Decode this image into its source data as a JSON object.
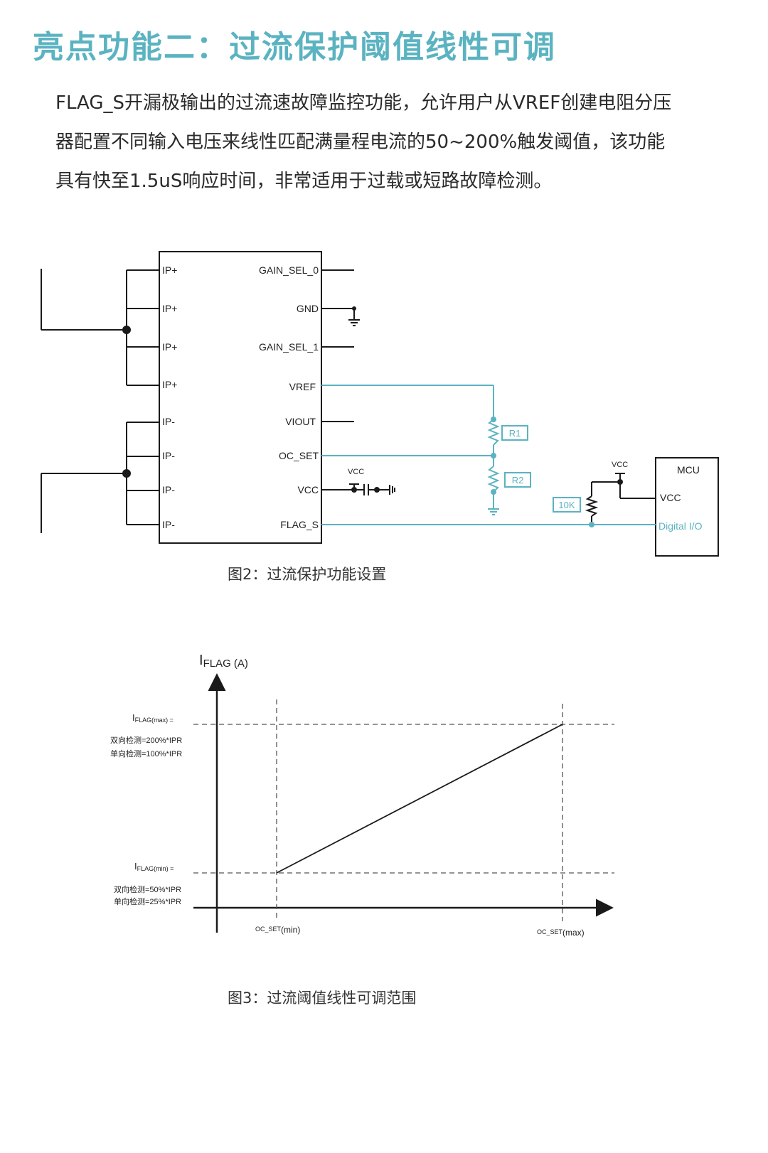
{
  "heading": "亮点功能二：过流保护阈值线性可调",
  "paragraph": [
    "FLAG_S开漏极输出的过流速故障监控功能，允许用户从VREF创建电阻分压",
    "器配置不同输入电压来线性匹配满量程电流的50~200%触发阈值，该功能",
    "具有快至1.5uS响应时间，非常适用于过载或短路故障检测。"
  ],
  "colors": {
    "accent": "#5bb3c1",
    "wire": "#5bb3c1",
    "line": "#1a1a1a"
  },
  "figure2": {
    "caption": "图2：过流保护功能设置",
    "left_pins": [
      "IP+",
      "IP+",
      "IP+",
      "IP+",
      "IP-",
      "IP-",
      "IP-",
      "IP-"
    ],
    "right_pins": [
      "GAIN_SEL_0",
      "GND",
      "GAIN_SEL_1",
      "VREF",
      "VIOUT",
      "OC_SET",
      "VCC",
      "FLAG_S"
    ],
    "vcc_label": "VCC",
    "r1": "R1",
    "r2": "R2",
    "pullup": "10K",
    "mcu": {
      "title": "MCU",
      "vcc": "VCC",
      "io": "Digital I/O"
    },
    "mcu_vcc_label": "VCC"
  },
  "figure3": {
    "caption": "图3：过流阈值线性可调范围",
    "y_axis_label": {
      "main": "I",
      "sub": "FLAG",
      "unit": " (A)"
    },
    "max_label": {
      "main": "I",
      "sub": "FLAG(max)",
      "tail": " ="
    },
    "max_lines": [
      "双向检测=200%*IPR",
      "单向检测=100%*IPR"
    ],
    "min_label": {
      "main": "I",
      "sub": "FLAG(min)",
      "tail": " ="
    },
    "min_lines": [
      "双向检测=50%*IPR",
      "单向检测=25%*IPR"
    ],
    "x_min_label": {
      "main": "OC_SET",
      "sub": "(min)"
    },
    "x_max_label": {
      "main": "OC_SET",
      "sub": "(max)"
    }
  },
  "chart_data": {
    "type": "line",
    "title": "",
    "xlabel": "",
    "ylabel": "IFLAG (A)",
    "x": [
      "OC_SET(min)",
      "OC_SET(max)"
    ],
    "series": [
      {
        "values": [
          "IFLAG(min)",
          "IFLAG(max)"
        ]
      }
    ],
    "annotations": [
      "IFLAG(max) = 双向检测=200%*IPR 单向检测=100%*IPR",
      "IFLAG(min) = 双向检测=50%*IPR 单向检测=25%*IPR"
    ],
    "grid": false
  }
}
